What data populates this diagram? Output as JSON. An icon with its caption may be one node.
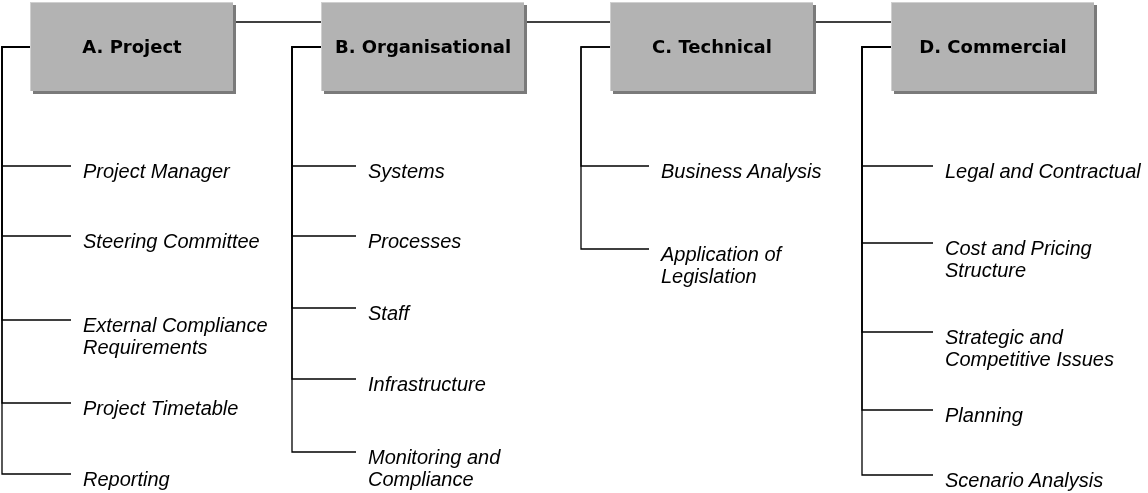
{
  "diagram": {
    "nodes": [
      {
        "text": [
          "A. Project"
        ]
      },
      {
        "text": [
          "B. Organisational"
        ]
      },
      {
        "text": [
          "C. Technical"
        ]
      },
      {
        "text": [
          "D. Commercial"
        ]
      },
      {
        "text": [
          "Project Manager"
        ]
      },
      {
        "text": [
          "Steering Committee"
        ]
      },
      {
        "text": [
          "External Compliance Requirements"
        ]
      },
      {
        "text": [
          "Project Timetable"
        ]
      },
      {
        "text": [
          "Reporting"
        ]
      },
      {
        "text": [
          "Systems"
        ]
      },
      {
        "text": [
          "Processes"
        ]
      },
      {
        "text": [
          "Staff"
        ]
      },
      {
        "text": [
          "Infrastructure"
        ]
      },
      {
        "text": [
          "Monitoring and Compliance"
        ]
      },
      {
        "text": [
          "Business Analysis"
        ]
      },
      {
        "text": [
          "Application of Legislation"
        ]
      },
      {
        "text": [
          "Legal and Contractual"
        ]
      },
      {
        "text": [
          "Cost and Pricing Structure"
        ]
      },
      {
        "text": [
          "Strategic and Competitive Issues"
        ]
      },
      {
        "text": [
          "Planning"
        ]
      },
      {
        "text": [
          "Scenario Analysis"
        ]
      }
    ],
    "edges": [
      {
        "from": 0,
        "to": 1,
        "arrow": "none"
      },
      {
        "from": 1,
        "to": 2,
        "arrow": "none"
      },
      {
        "from": 2,
        "to": 3,
        "arrow": "none"
      },
      {
        "from": 0,
        "to": 4,
        "arrow": "none"
      },
      {
        "from": 0,
        "to": 5,
        "arrow": "none"
      },
      {
        "from": 0,
        "to": 6,
        "arrow": "none"
      },
      {
        "from": 0,
        "to": 7,
        "arrow": "none"
      },
      {
        "from": 0,
        "to": 8,
        "arrow": "none"
      },
      {
        "from": 1,
        "to": 9,
        "arrow": "none"
      },
      {
        "from": 1,
        "to": 10,
        "arrow": "none"
      },
      {
        "from": 1,
        "to": 11,
        "arrow": "none"
      },
      {
        "from": 1,
        "to": 12,
        "arrow": "none"
      },
      {
        "from": 1,
        "to": 13,
        "arrow": "none"
      },
      {
        "from": 2,
        "to": 14,
        "arrow": "none"
      },
      {
        "from": 2,
        "to": 15,
        "arrow": "none"
      },
      {
        "from": 3,
        "to": 16,
        "arrow": "none"
      },
      {
        "from": 3,
        "to": 17,
        "arrow": "none"
      },
      {
        "from": 3,
        "to": 18,
        "arrow": "none"
      },
      {
        "from": 3,
        "to": 19,
        "arrow": "none"
      },
      {
        "from": 3,
        "to": 20,
        "arrow": "none"
      }
    ]
  }
}
